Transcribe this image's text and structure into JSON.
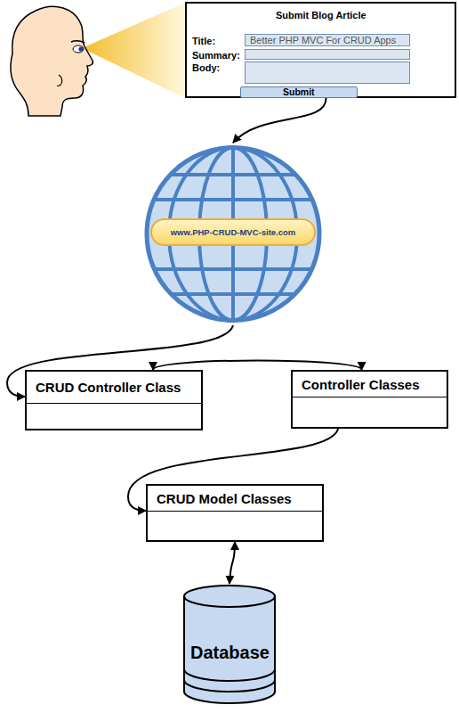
{
  "diagram": {
    "nodes": [
      {
        "text": [
          "Submit Blog Article",
          "Title:",
          "Summary:",
          "Body:"
        ]
      },
      {
        "text": [
          "Better PHP MVC For CRUD Apps"
        ],
        "in": 0
      },
      {
        "text": [
          "Submit"
        ],
        "in": 0
      },
      {
        "text": [
          "www.PHP-CRUD-MVC-site.com"
        ]
      },
      {
        "text": [
          "CRUD Controller Class"
        ]
      },
      {
        "text": [
          "Controller Classes"
        ]
      },
      {
        "text": [
          "CRUD Model Classes"
        ]
      },
      {
        "text": [
          "Database"
        ]
      }
    ],
    "edges": [
      {
        "from": 0,
        "to": 3,
        "arrow": "to"
      },
      {
        "from": 3,
        "to": 4,
        "arrow": "to"
      },
      {
        "from": 4,
        "to": 5,
        "arrow": "both"
      },
      {
        "from": 5,
        "to": 6,
        "arrow": "to"
      },
      {
        "from": 6,
        "to": 7,
        "arrow": "both"
      }
    ]
  }
}
